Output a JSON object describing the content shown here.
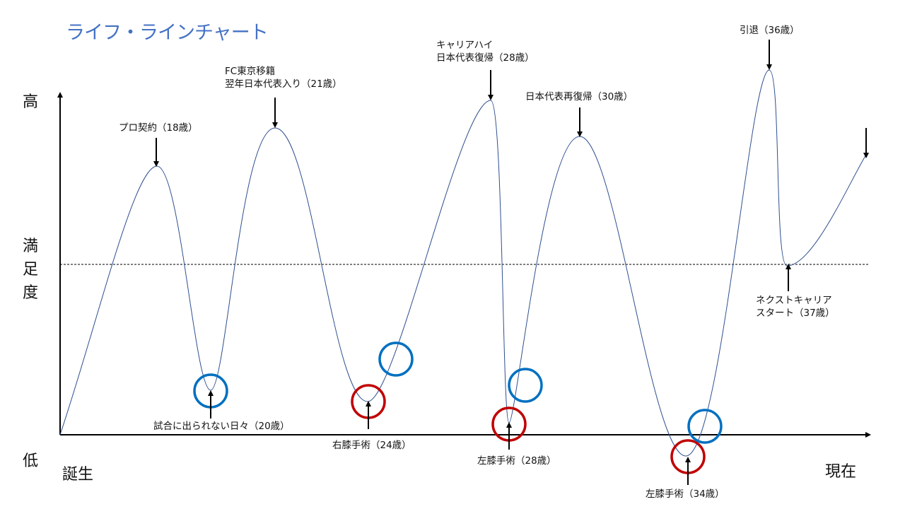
{
  "title": "ライフ・ラインチャート",
  "axes": {
    "y_high": "高",
    "y_label_chars": [
      "満",
      "足",
      "度"
    ],
    "y_low": "低",
    "x_start": "誕生",
    "x_end": "現在"
  },
  "annotations": {
    "pro_contract": "プロ契約（18歳）",
    "fc_tokyo_line1": "FC東京移籍",
    "fc_tokyo_line2": "翌年日本代表入り（21歳）",
    "career_high_line1": "キャリアハイ",
    "career_high_line2": "日本代表復帰（28歳）",
    "national_return": "日本代表再復帰（30歳）",
    "retire": "引退（36歳）",
    "no_games": "試合に出られない日々（20歳）",
    "right_knee": "右膝手術（24歳）",
    "left_knee_28": "左膝手術（28歳）",
    "left_knee_34": "左膝手術（34歳）",
    "next_career_line1": "ネクストキャリア",
    "next_career_line2": "スタート（37歳）"
  },
  "colors": {
    "title": "#4472c4",
    "curve": "#2f4f8f",
    "positive_circle": "#0070c0",
    "negative_circle": "#c00000"
  }
}
